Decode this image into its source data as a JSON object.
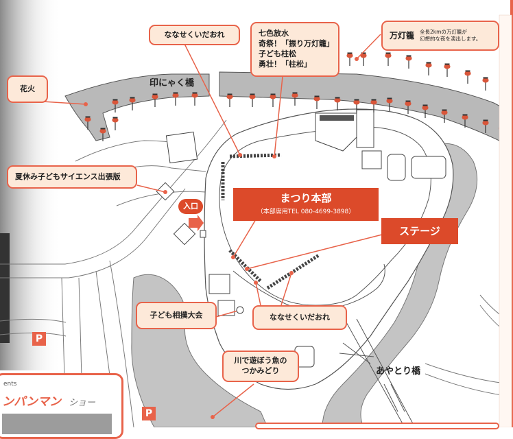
{
  "labels": {
    "hanabi": "花火",
    "naname_top": "ななせくいだおれ",
    "festival_events": [
      "七色放水",
      "奇祭！「振り万灯籠」",
      "子ども柱松",
      "勇壮！「柱松」"
    ],
    "mantoro": "万灯籠",
    "mantoro_note": [
      "全長2kmの万灯籠が",
      "幻想的な夜を演出します。"
    ],
    "bridge_top": "印にゃく橋",
    "science": "夏休み子どもサイエンス出張版",
    "entrance": "入口",
    "hq_title": "まつり本部",
    "hq_sub": "（本部席用TEL 080-4699-3898）",
    "stage": "ステージ",
    "sumo": "子ども相撲大会",
    "naname_bottom": "ななせくいだおれ",
    "fish": [
      "川で遊ぼう魚の",
      "つかみどり"
    ],
    "bridge_bottom": "あやとり橋",
    "parking_1": "P",
    "parking_2": "P",
    "events_tag": "ents",
    "anpanman": "ンパンマン",
    "show": "ショー"
  },
  "colors": {
    "accent": "#e8634a",
    "callout_fill": "#fde9d9",
    "bridge": "#b9b9b9",
    "river": "#bdbdbd",
    "hq_red": "#dc4a2a"
  }
}
